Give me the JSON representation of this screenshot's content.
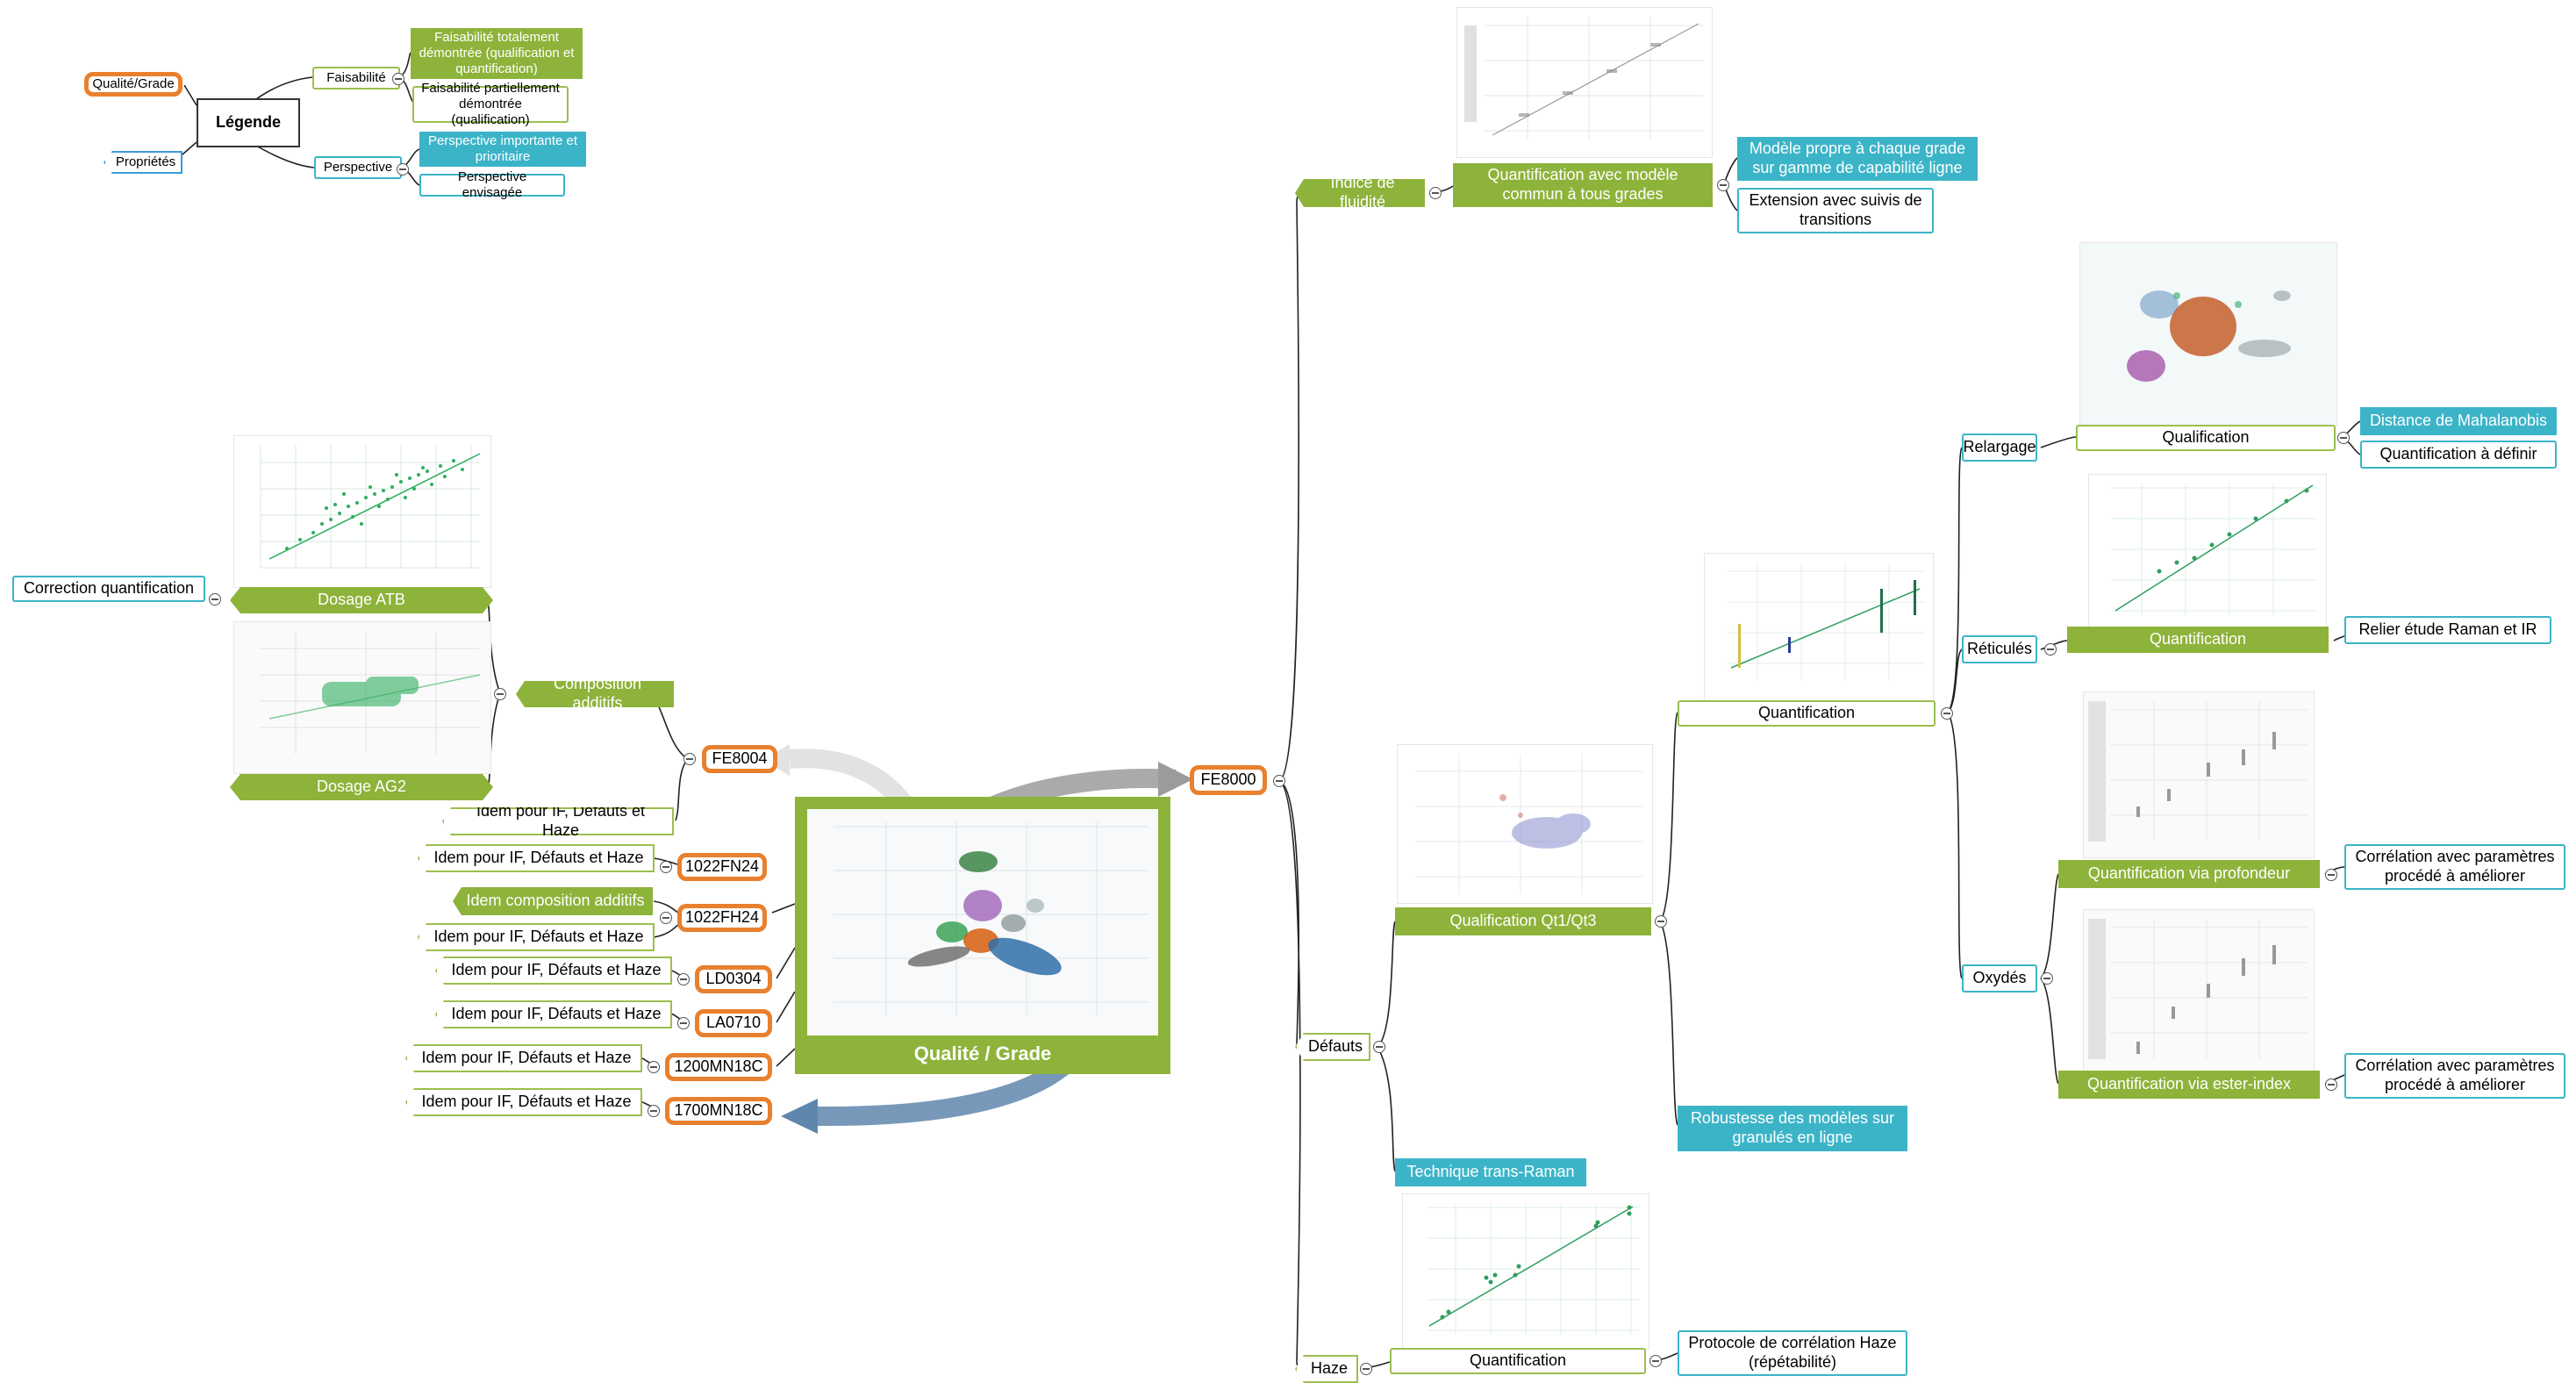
{
  "legend": {
    "title": "Légende",
    "quality_grade": "Qualité/Grade",
    "properties": "Propriétés",
    "feasibility": "Faisabilité",
    "feas_total": "Faisabilité totalement démontrée (qualification et quantification)",
    "feas_partial": "Faisabilité partiellement démontrée (qualification)",
    "perspective": "Perspective",
    "persp_important": "Perspective importante et prioritaire",
    "persp_envisaged": "Perspective envisagée"
  },
  "center": {
    "title": "Qualité / Grade"
  },
  "left": {
    "fe8004": "FE8004",
    "composition": "Composition additifs",
    "dosage_atb": "Dosage ATB",
    "dosage_ag2": "Dosage AG2",
    "correction": "Correction quantification",
    "idem_fe8004": "Idem pour IF, Défauts et Haze",
    "g1022fn24": "1022FN24",
    "idem_1022fn24": "Idem pour IF, Défauts et Haze",
    "g1022fh24": "1022FH24",
    "idem_comp_1022fh24": "Idem composition additifs",
    "idem_1022fh24": "Idem pour IF, Défauts et Haze",
    "ld0304": "LD0304",
    "idem_ld0304": "Idem pour IF, Défauts et Haze",
    "la0710": "LA0710",
    "idem_la0710": "Idem pour IF, Défauts et Haze",
    "g1200mn18c": "1200MN18C",
    "idem_1200": "Idem pour IF, Défauts et Haze",
    "g1700mn18c": "1700MN18C",
    "idem_1700": "Idem pour IF, Défauts et Haze"
  },
  "right": {
    "fe8000": "FE8000",
    "indice": "Indice de fluidité",
    "quant_modele": "Quantification avec modèle commun à tous grades",
    "modele_propre": "Modèle propre à chaque grade sur gamme de capabilité ligne",
    "extension": "Extension avec suivis de transitions",
    "defauts": "Défauts",
    "qual_qt": "Qualification Qt1/Qt3",
    "quantification_def": "Quantification",
    "robustesse": "Robustesse des modèles sur granulés en ligne",
    "trans_raman": "Technique trans-Raman",
    "relargage": "Relargage",
    "qualification_rel": "Qualification",
    "mahalanobis": "Distance de Mahalanobis",
    "quant_definir": "Quantification à définir",
    "reticules": "Réticulés",
    "quantification_ret": "Quantification",
    "relier": "Relier étude Raman et IR",
    "oxydes": "Oxydés",
    "quant_profondeur": "Quantification via profondeur",
    "correl_1": "Corrélation avec paramètres procédé à améliorer",
    "quant_ester": "Quantification via ester-index",
    "correl_2": "Corrélation avec paramètres procédé à améliorer",
    "haze": "Haze",
    "quantification_haze": "Quantification",
    "protocole": "Protocole de corrélation Haze (répétabilité)"
  },
  "colors": {
    "green": "#8db33a",
    "cyan": "#3cb4c8",
    "orange": "#e8802e",
    "blue_tag": "#3c9ad8"
  }
}
